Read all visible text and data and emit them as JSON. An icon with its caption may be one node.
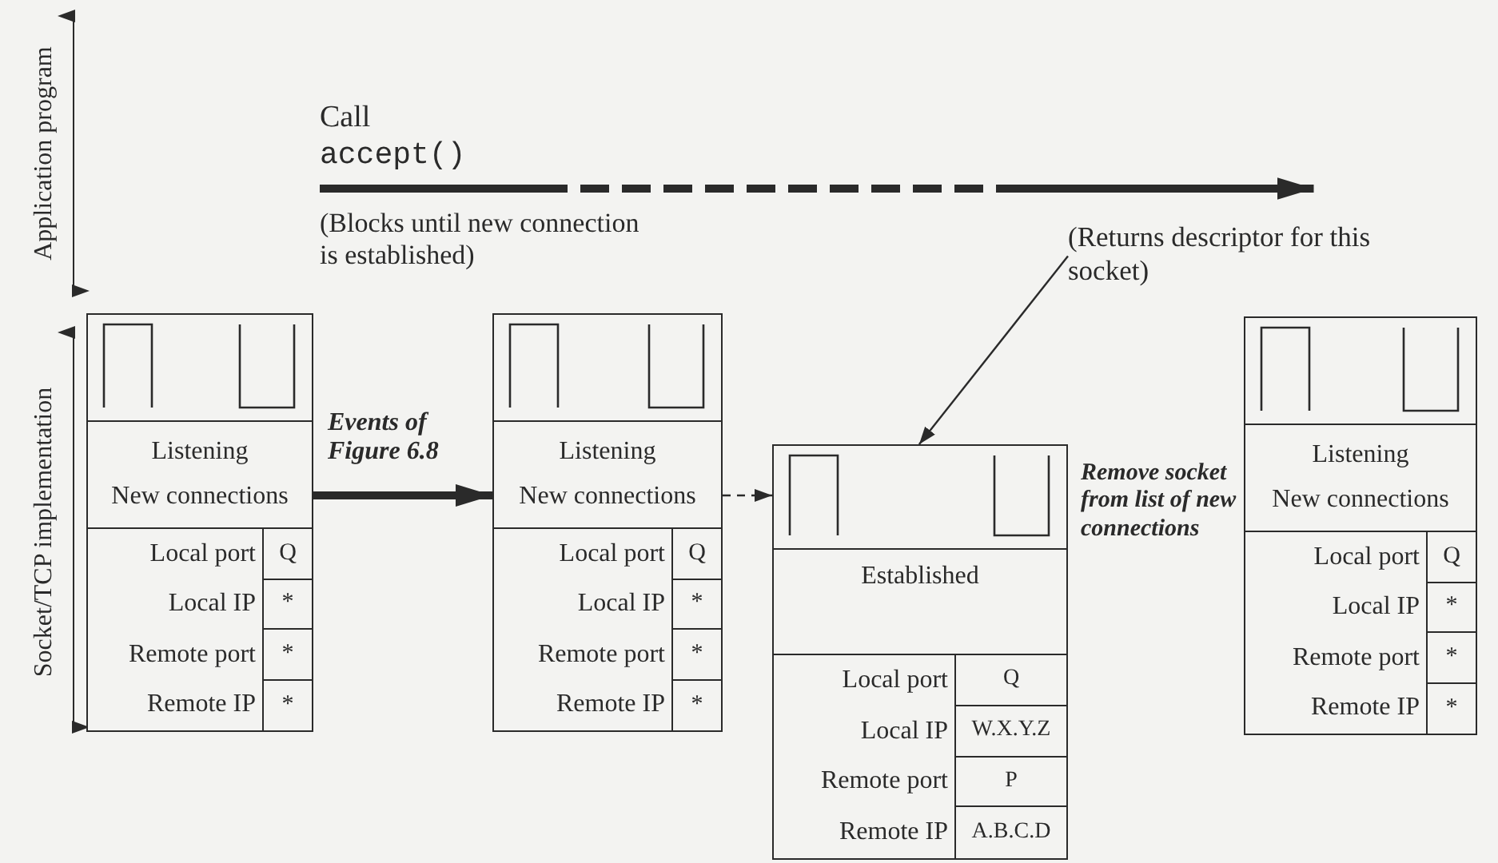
{
  "diagram": {
    "nodes": [
      {
        "text": [
          "Call",
          "accept()"
        ]
      },
      {
        "text": [
          "(Returns descriptor for this socket)"
        ]
      },
      {
        "text": [
          "Listening",
          "New connections",
          "Local port",
          "Q",
          "Local IP",
          "*",
          "Remote port",
          "*",
          "Remote IP",
          "*"
        ]
      },
      {
        "text": [
          "Listening",
          "New connections",
          "Local port",
          "Q",
          "Local IP",
          "*",
          "Remote port",
          "*",
          "Remote IP",
          "*"
        ]
      },
      {
        "text": [
          "Established",
          "Local port",
          "Q",
          "Local IP",
          "W.X.Y.Z",
          "Remote port",
          "P",
          "Remote IP",
          "A.B.C.D"
        ]
      },
      {
        "text": [
          "Listening",
          "New connections",
          "Local port",
          "Q",
          "Local IP",
          "*",
          "Remote port",
          "*",
          "Remote IP",
          "*"
        ]
      }
    ],
    "edges": [
      {
        "from": 0,
        "to": 1,
        "arrow": "to",
        "style": "dashed"
      },
      {
        "from": 2,
        "to": 3,
        "arrow": "to",
        "style": "thick",
        "label": "Events of Figure 6.8"
      },
      {
        "from": 3,
        "to": 4,
        "arrow": "to",
        "style": "dashed"
      },
      {
        "from": 1,
        "to": 4,
        "arrow": "to"
      }
    ],
    "labels": [
      "Application program",
      "Socket/TCP implementation",
      "(Blocks until new connection is established)",
      "Remove socket from list of new connections"
    ]
  }
}
